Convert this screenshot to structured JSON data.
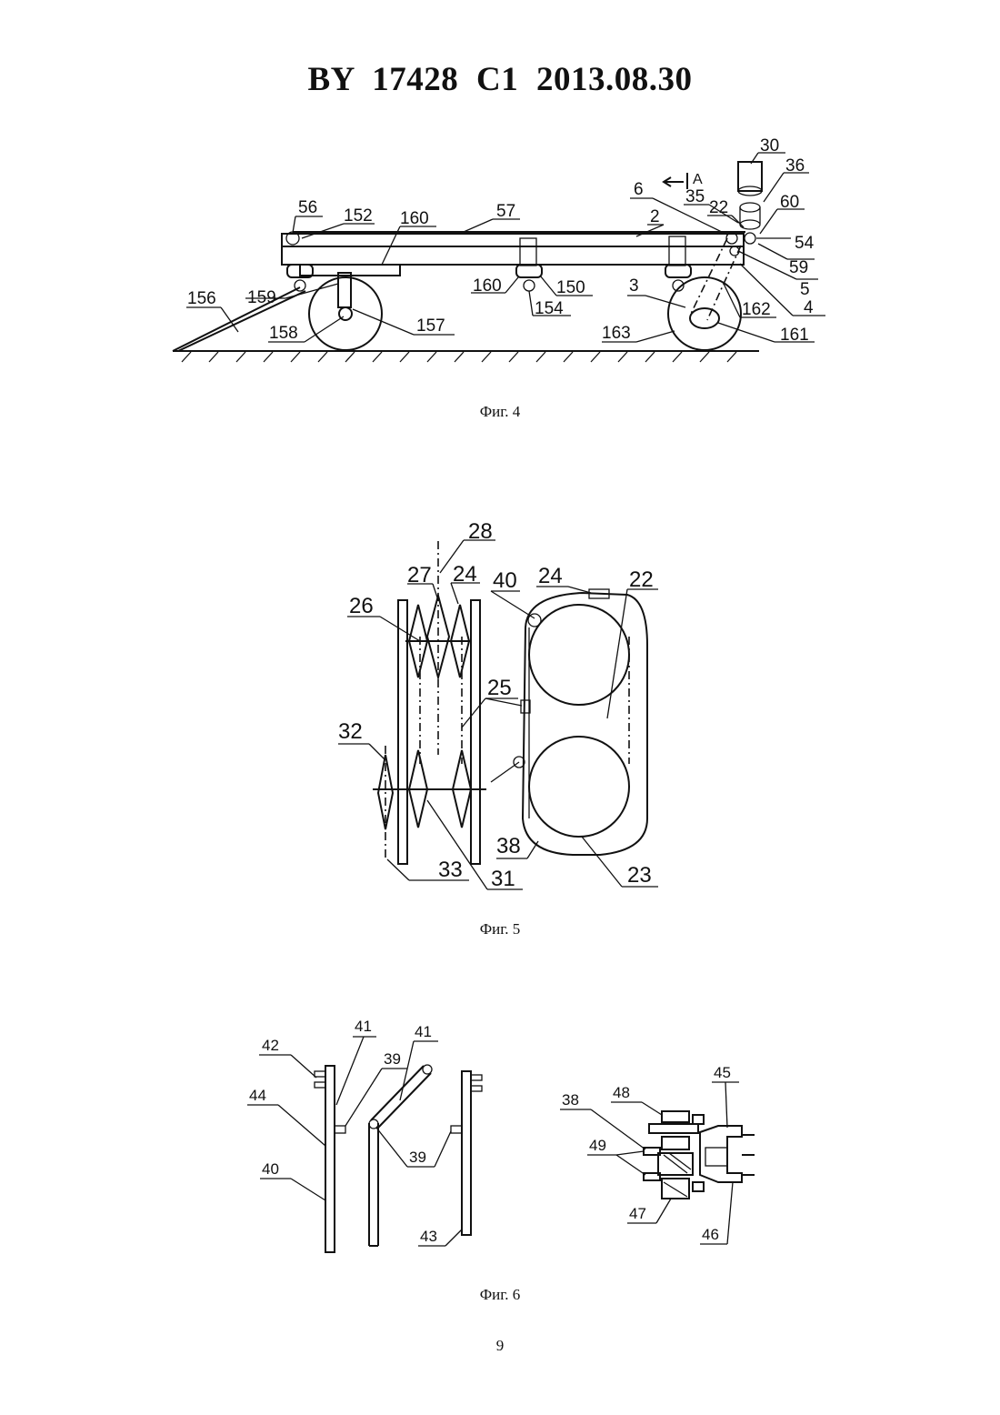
{
  "header": {
    "title": "BY 17428 C1 2013.08.30"
  },
  "figures": [
    {
      "caption": "Фиг. 4",
      "labels": [
        "30",
        "36",
        "6",
        "35",
        "22",
        "60",
        "56",
        "152",
        "160",
        "57",
        "2",
        "54",
        "59",
        "5",
        "159",
        "160",
        "150",
        "154",
        "3",
        "162",
        "4",
        "156",
        "158",
        "157",
        "163",
        "161"
      ],
      "section_mark": "A"
    },
    {
      "caption": "Фиг. 5",
      "labels": [
        "28",
        "27",
        "24",
        "40",
        "24",
        "22",
        "26",
        "25",
        "32",
        "38",
        "33",
        "31",
        "23"
      ]
    },
    {
      "caption": "Фиг. 6",
      "labels": [
        "41",
        "41",
        "42",
        "39",
        "44",
        "39",
        "40",
        "43",
        "45",
        "38",
        "48",
        "49",
        "47",
        "46"
      ]
    }
  ],
  "page": {
    "number": "9"
  }
}
